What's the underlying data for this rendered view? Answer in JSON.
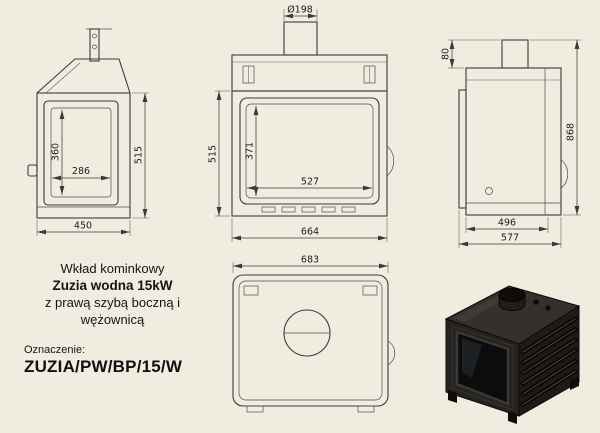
{
  "page": {
    "background": "#f0ede0"
  },
  "views": {
    "front_left": {
      "dims": {
        "inner_height": "360",
        "inner_width": "286",
        "width": "450",
        "height": "515"
      }
    },
    "front": {
      "dims": {
        "flue": "Ø198",
        "height": "515",
        "glass_height": "371",
        "glass_width": "527",
        "width": "664"
      }
    },
    "side": {
      "dims": {
        "collar": "80",
        "total_height": "868",
        "depth_inner": "496",
        "depth_total": "577"
      }
    },
    "top": {
      "dims": {
        "width": "683"
      }
    }
  },
  "description": {
    "line1": "Wkład kominkowy",
    "line2": "Zuzia wodna 15kW",
    "line3": "z prawą szybą boczną i",
    "line4": "wężownicą"
  },
  "designation": {
    "label": "Oznaczenie:",
    "code": "ZUZIA/PW/BP/15/W"
  }
}
